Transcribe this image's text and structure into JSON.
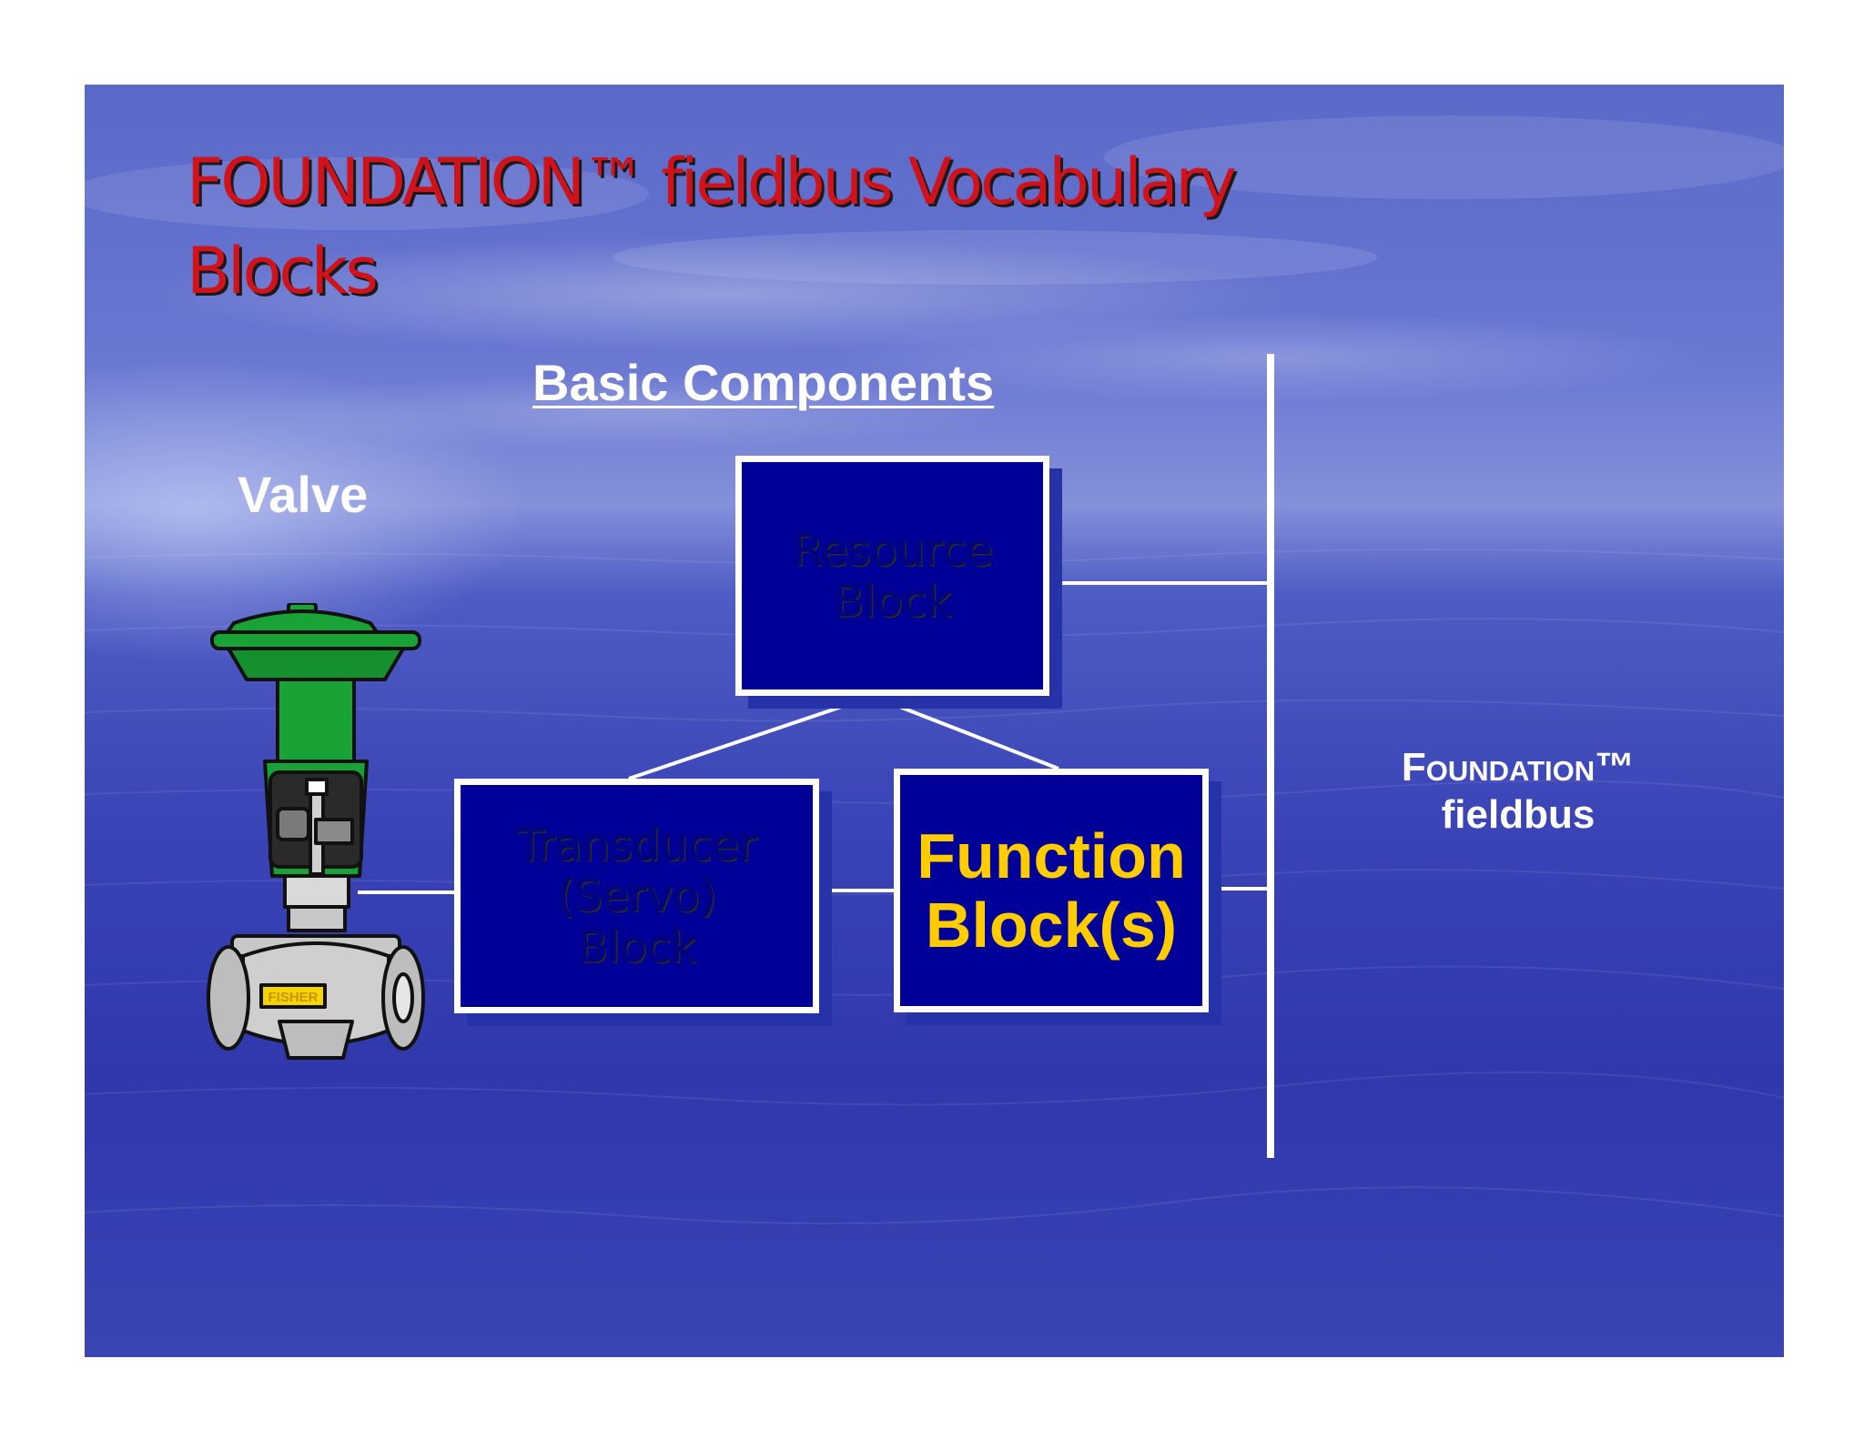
{
  "title": {
    "line1": "FOUNDATION™ fieldbus Vocabulary",
    "line2": "Blocks"
  },
  "subtitle": "Basic Components",
  "valve_label": "Valve",
  "valve_logo": "FISHER",
  "blocks": {
    "resource": {
      "line1": "Resource",
      "line2": "Block"
    },
    "transducer": {
      "line1": "Transducer",
      "line2": "(Servo)",
      "line3": "Block"
    },
    "function": {
      "line1": "Function",
      "line2": "Block(s)"
    }
  },
  "fieldbus_label": {
    "line1": "Foundation™",
    "line2": "fieldbus"
  },
  "colors": {
    "title": "#d0121b",
    "block_fill": "#000099",
    "function_text": "#ffcc00",
    "valve_green": "#19a336"
  }
}
